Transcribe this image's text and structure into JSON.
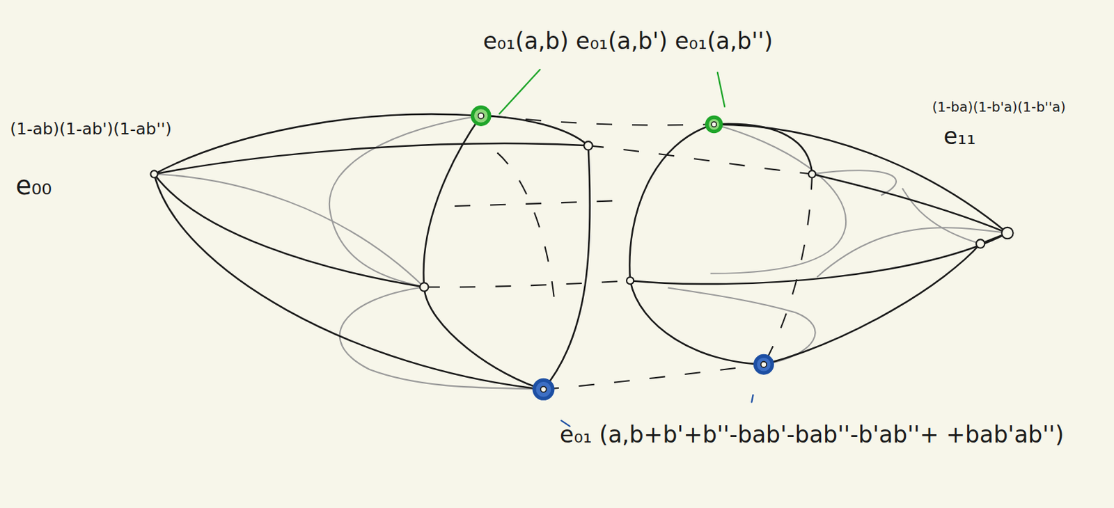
{
  "diagram": {
    "labels": [
      "e₀₁(a,b) e₀₁(a,b') e₀₁(a,b'')",
      "(1-ab)(1-ab')(1-ab'')",
      "e₀₀",
      "(1-ba)(1-b'a)(1-b''a)",
      "e₁₁",
      "e₀₁ (a,b+b'+b''-bab'-bab''-b'ab''+ +bab'ab'')"
    ]
  }
}
